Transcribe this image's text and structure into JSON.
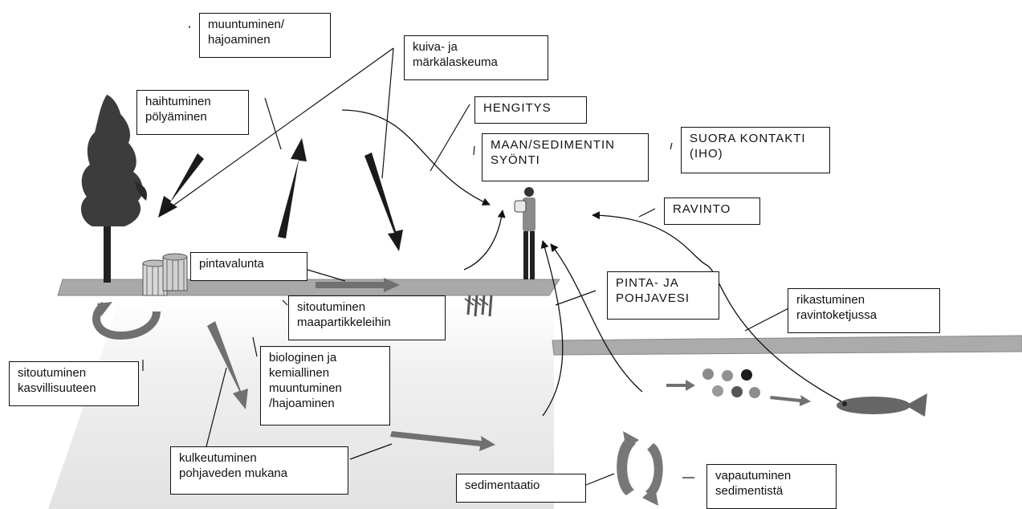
{
  "labels": {
    "muuntuminen": "muuntuminen/\nhajoaminen",
    "laskeuma": "kuiva- ja\nmärkälaskeuma",
    "haihtuminen": "haihtuminen\npölyäminen",
    "hengitys": "HENGITYS",
    "syonti": "MAAN/SEDIMENTIN\nSYÖNTI",
    "kontakti": "SUORA KONTAKTI\n(IHO)",
    "ravinto": "RAVINTO",
    "pintavalunta": "pintavalunta",
    "maapartikkeli": "sitoutuminen\nmaapartikkeleihin",
    "pintajapohja": "PINTA- JA\nPOHJAVESI",
    "rikastuminen": "rikastuminen\nravintoketjussa",
    "kasvillisuus": "sitoutuminen\nkasvillisuuteen",
    "biologinen": "biologinen ja\nkemiallinen\nmuuntuminen\n/hajoaminen",
    "kulkeutuminen": "kulkeutuminen\npohjaveden mukana",
    "sedimentaatio": "sedimentaatio",
    "vapautuminen": "vapautuminen\nsedimentistä"
  },
  "colors": {
    "ground": "#a9a9a9",
    "groundwater": "#e6e6e6",
    "arrow_dark": "#1a1a1a",
    "arrow_grey": "#707070",
    "tree": "#3c3c3c",
    "fish": "#6a6a6a",
    "particle_light": "#909090",
    "particle_dark": "#1c1c1c"
  },
  "icons": [
    "tree-icon",
    "barrel-icon",
    "person-icon",
    "fish-icon",
    "root-icon",
    "cycle-icon"
  ]
}
